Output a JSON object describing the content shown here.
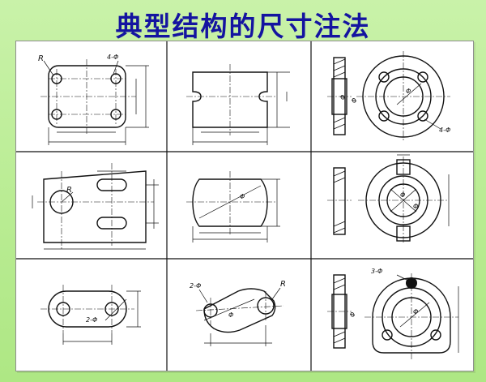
{
  "title": "典型结构的尺寸注法",
  "labels": {
    "r": "R",
    "four_phi": "4-Φ",
    "phi": "Φ",
    "two_phi": "2-Φ",
    "three_phi": "3-Φ"
  },
  "grid": {
    "rows": 3,
    "cols": 3
  },
  "colors": {
    "background": "#b9ec93",
    "title": "#1414a0",
    "panel": "#ffffff",
    "line": "#111111"
  }
}
